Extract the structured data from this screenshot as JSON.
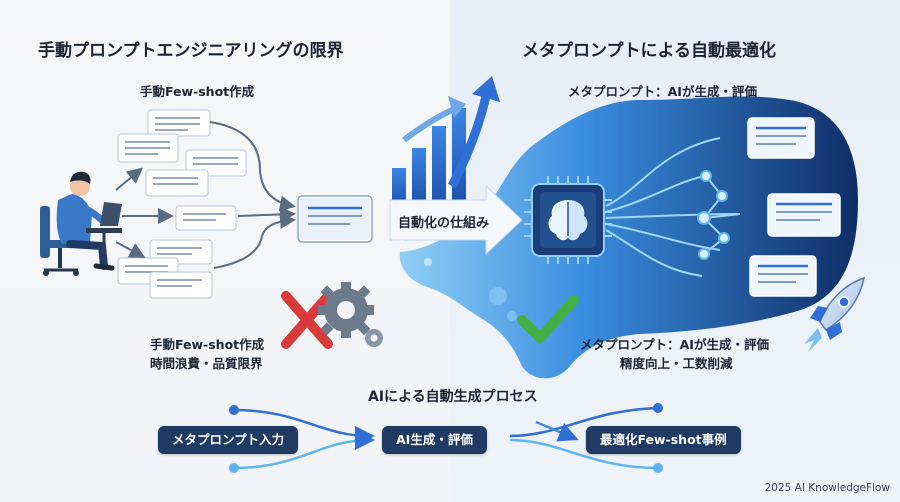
{
  "left": {
    "title": "手動プロンプトエンジニアリングの限界",
    "subtitle": "手動Few-shot作成",
    "caption_line1": "手動Few-shot作成",
    "caption_line2": "時間浪費・品質限界"
  },
  "middle": {
    "arrow_label": "自動化の仕組み"
  },
  "right": {
    "title": "メタプロンプトによる自動最適化",
    "subtitle": "メタプロンプト：AIが生成・評価",
    "caption_line1": "メタプロンプト：AIが生成・評価",
    "caption_line2": "精度向上・工数削減"
  },
  "process": {
    "title": "AIによる自動生成プロセス",
    "steps": [
      "メタプロンプト入力",
      "AI生成・評価",
      "最適化Few-shot事例"
    ]
  },
  "footer": {
    "credit": "2025 AI KnowledgeFlow"
  },
  "colors": {
    "navy": "#1f3b63",
    "blue": "#2f6fd6",
    "cyan": "#4fb0f0",
    "red": "#d93a3a",
    "green": "#43b043"
  }
}
